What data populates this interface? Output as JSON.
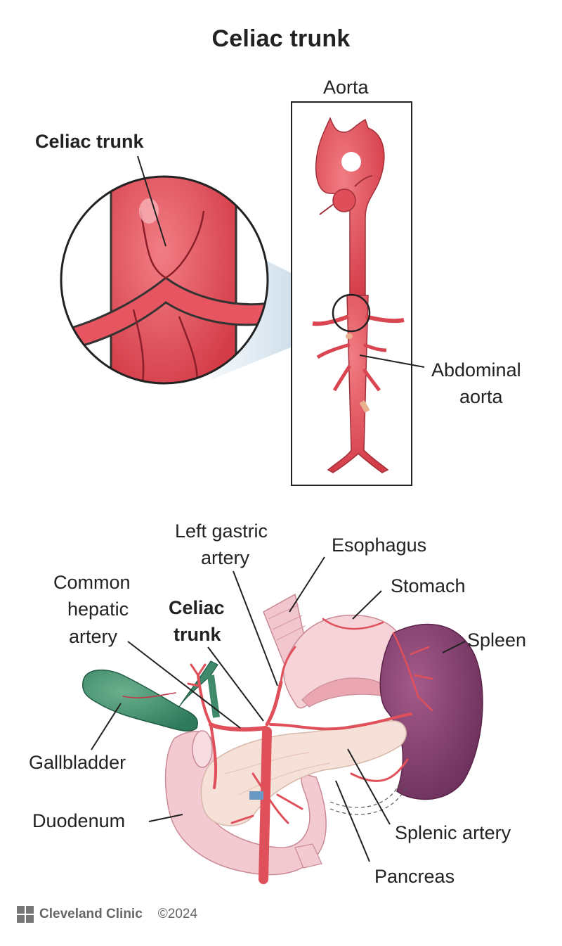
{
  "title": "Celiac trunk",
  "top_panel": {
    "inset_label": "Celiac trunk",
    "aorta_label": "Aorta",
    "abdominal_label_line1": "Abdominal",
    "abdominal_label_line2": "aorta"
  },
  "bottom_panel": {
    "left_gastric_line1": "Left gastric",
    "left_gastric_line2": "artery",
    "esophagus": "Esophagus",
    "common_hepatic_line1": "Common",
    "common_hepatic_line2": "hepatic",
    "common_hepatic_line3": "artery",
    "celiac_line1": "Celiac",
    "celiac_line2": "trunk",
    "stomach": "Stomach",
    "spleen": "Spleen",
    "gallbladder": "Gallbladder",
    "duodenum": "Duodenum",
    "splenic_artery": "Splenic artery",
    "pancreas": "Pancreas"
  },
  "footer": {
    "brand": "Cleveland Clinic",
    "copyright": "©2024"
  },
  "colors": {
    "artery": "#e0505a",
    "artery_dark": "#b8303c",
    "spleen": "#7b3a66",
    "gallbladder": "#3f8a6b",
    "stomach": "#f5cfd5",
    "pancreas": "#f4dfd6",
    "duodenum": "#f1c4cc"
  }
}
